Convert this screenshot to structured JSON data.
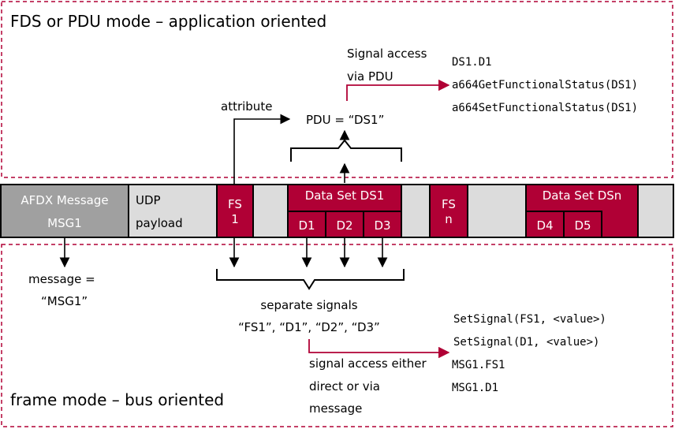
{
  "regions": {
    "top_title": "FDS or PDU mode – application oriented",
    "bottom_title": "frame mode – bus oriented"
  },
  "frame": {
    "afdx_line1": "AFDX Message",
    "afdx_line2": "MSG1",
    "udp_line1": "UDP",
    "udp_line2": "payload",
    "fs1_line1": "FS",
    "fs1_line2": "1",
    "ds1_label": "Data Set DS1",
    "d1": "D1",
    "d2": "D2",
    "d3": "D3",
    "fsn_line1": "FS",
    "fsn_line2": "n",
    "dsn_label": "Data Set DSn",
    "d4": "D4",
    "d5": "D5"
  },
  "top": {
    "attribute": "attribute",
    "pdu": "PDU = “DS1”",
    "signal_access_line1": "Signal access",
    "signal_access_line2": "via PDU",
    "code": [
      "DS1.D1",
      "a664GetFunctionalStatus(DS1)",
      "a664SetFunctionalStatus(DS1)"
    ]
  },
  "bottom": {
    "message_line1": "message =",
    "message_line2": "“MSG1”",
    "separate_line1": "separate signals",
    "separate_line2": "“FS1”, “D1”, “D2”, “D3”",
    "access_line1": "signal access either",
    "access_line2": "direct or via",
    "access_line3": "message",
    "code": [
      "SetSignal(FS1, <value>)",
      "SetSignal(D1, <value>)",
      "MSG1.FS1",
      "MSG1.D1"
    ]
  },
  "colors": {
    "accent": "#b00035",
    "frame_fill": "#dcdcdc",
    "afdx_fill": "#a0a0a0",
    "dashed_border": "#b00035"
  }
}
